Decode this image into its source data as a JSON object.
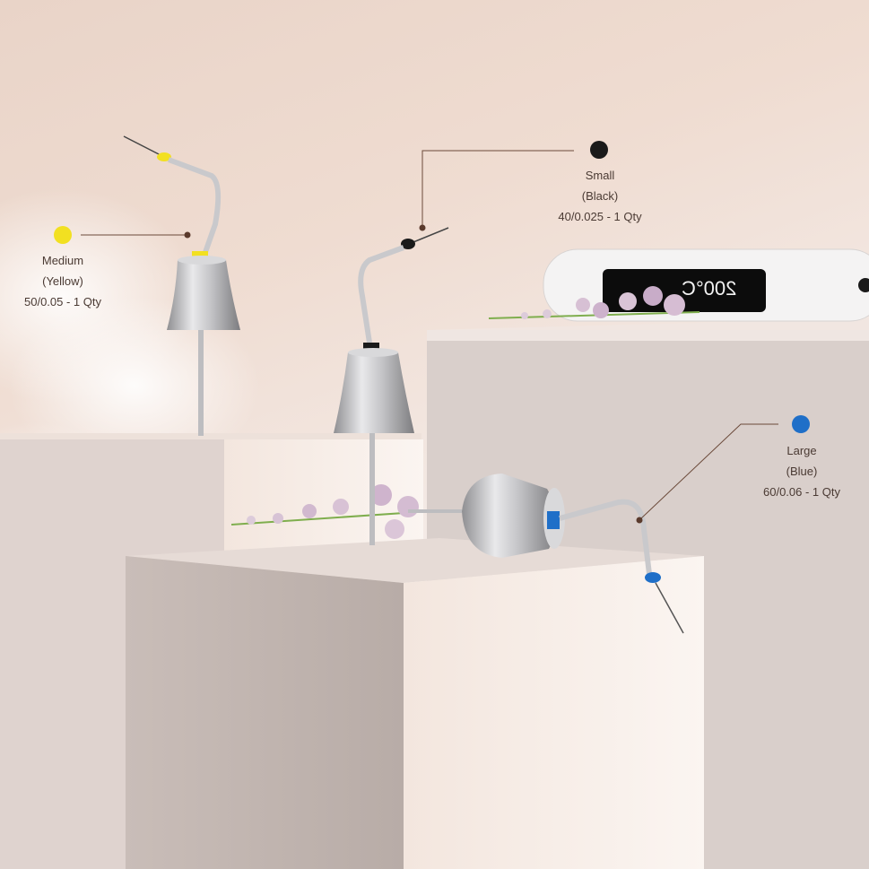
{
  "tips": [
    {
      "size": "Medium",
      "color_name": "(Yellow)",
      "spec": "50/0.05 - 1 Qty",
      "color": "#f2e021"
    },
    {
      "size": "Small",
      "color_name": "(Black)",
      "spec": "40/0.025 - 1 Qty",
      "color": "#1a1a1a"
    },
    {
      "size": "Large",
      "color_name": "(Blue)",
      "spec": "60/0.06 - 1 Qty",
      "color": "#1f6fc8"
    }
  ],
  "device": {
    "display": "200°C"
  },
  "colors": {
    "leader_line": "#6b4a3a",
    "leader_dot": "#5a3a2c",
    "background": "#efdcd1"
  }
}
